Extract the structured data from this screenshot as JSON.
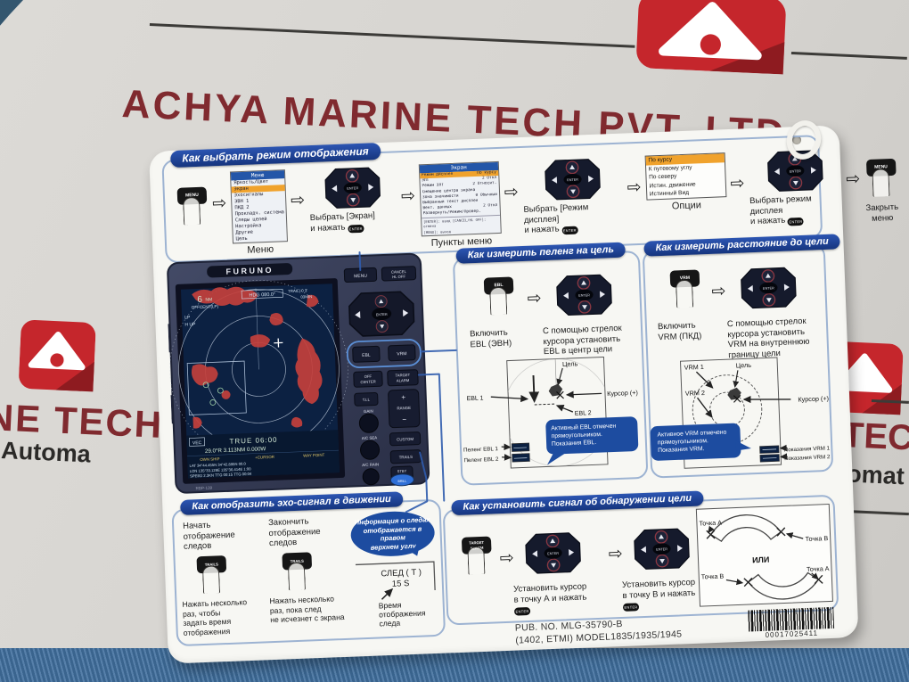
{
  "watermark": {
    "company": "ACHYA MARINE TECH PVT. LTD",
    "left_text": "NE TECH",
    "left_sub": "Automa",
    "right_text": "TECH",
    "right_sub": "tomat"
  },
  "key_labels": {
    "menu": "MENU",
    "enter": "ENTER",
    "ebl": "EBL",
    "vrm": "VRM",
    "trails": "TRAILS",
    "target_alarm": "TARGET ALARM"
  },
  "select_mode": {
    "title": "Как выбрать режим отображения",
    "menu_caption": "Меню",
    "items_caption": "Пункты меню",
    "options_caption": "Опции",
    "step_select_screen_l1": "Выбрать [Экран]",
    "step_select_screen_l2": "и нажать",
    "step_select_dispmode_l1": "Выбрать [Режим дисплея]",
    "step_select_dispmode_l2": "и нажать",
    "step_choose_mode_l1": "Выбрать режим дисплея",
    "step_choose_mode_l2": "и нажать",
    "step_close_l1": "Закрыть",
    "step_close_l2": "меню",
    "menu_list": {
      "title": "Меню",
      "items": [
        "Яркость/Цвет",
        "Экран",
        "Эхосигналы",
        "ЭВН 1",
        "ПКД 2",
        "Прокладч. система",
        "Следы целей",
        "Настройка",
        "Другие",
        "Цель"
      ]
    },
    "screen_menu": {
      "title": "Экран",
      "rows": [
        [
          "Режим дисплея",
          "По курсу"
        ],
        [
          "ЭЛТ",
          "2 Откл"
        ],
        [
          "Режим ЭЛТ",
          "2 Относит."
        ],
        [
          "Смещение центра экрана",
          ""
        ],
        [
          "Зона значимости",
          "0 Обычный"
        ],
        [
          "Выбранный текст дисплея",
          ""
        ],
        [
          "Вект. данных",
          "2 Откл"
        ],
        [
          "Развернуть/Режим/Провер.",
          ""
        ]
      ],
      "footer1": "[ENTER]: ввод  [CANCEL/HL OFF]: отмена",
      "footer2": "[MENU]: выход"
    },
    "options": [
      "По курсу",
      "К путевому углу",
      "По северу",
      "Истин. движение",
      "Истинный Вид"
    ]
  },
  "bearing": {
    "title": "Как измерить пеленг на цель",
    "step1_l1": "Включить",
    "step1_l2": "EBL (ЭВН)",
    "step2": [
      "С помощью стрелок",
      "курсора установить",
      "EBL в центр цели"
    ],
    "target": "Цель",
    "ebl1": "EBL 1",
    "ebl2": "EBL 2",
    "cursor": "Курсор (+)",
    "callout": [
      "Активный EBL отмечен",
      "прямоугольником.",
      "Показания EBL."
    ],
    "readout1": "Пеленг EBL 1",
    "readout2": "Пеленг EBL 2"
  },
  "range": {
    "title": "Как измерить расстояние до цели",
    "step1_l1": "Включить",
    "step1_l2": "VRM (ПКД)",
    "step2": [
      "С помощью стрелок",
      "курсора установить",
      "VRM на внутреннюю",
      "границу цели"
    ],
    "vrm1": "VRM 1",
    "vrm2": "VRM 2",
    "target": "Цель",
    "cursor": "Курсор (+)",
    "callout": [
      "Активное VRM отмечено",
      "прямоугольником.",
      "Показания VRM."
    ],
    "readout1": "Показания VRM 1",
    "readout2": "Показания VRM 2"
  },
  "trails": {
    "title": "Как отобразить эхо-сигнал в движении",
    "start_label": [
      "Начать",
      "отображение",
      "следов"
    ],
    "stop_label": [
      "Закончить",
      "отображение",
      "следов"
    ],
    "start_note": [
      "Нажать несколько",
      "раз, чтобы",
      "задать время",
      "отображения"
    ],
    "stop_note": [
      "Нажать несколько",
      "раз, пока след",
      "не исчезнет с экрана"
    ],
    "bubble": [
      "Информация о следах",
      "отображается в правом",
      "верхнем углу"
    ],
    "indicator_l1": "СЛЕД ( Т )",
    "indicator_l2": "15 S",
    "time_note": [
      "Время",
      "отображения",
      "следа"
    ]
  },
  "alarm": {
    "title": "Как установить сигнал об обнаружении цели",
    "stepA_l1": "Установить курсор",
    "stepA_l2": "в точку А и нажать",
    "stepB_l1": "Установить курсор",
    "stepB_l2": "в точку В и нажать",
    "point_a_top": "Точка А",
    "point_b_top": "Точка В",
    "or": "ИЛИ",
    "point_b_bottom": "Точка В",
    "point_a_bottom": "Точка А"
  },
  "device": {
    "brand": "FURUNO",
    "model_label": "RDP-139",
    "keys": {
      "menu": "MENU",
      "cancel_l1": "CANCEL",
      "cancel_l2": "HL OFF",
      "enter": "ENTER",
      "ebl": "EBL",
      "vrm": "VRM",
      "offcenter_l1": "OFF",
      "offcenter_l2": "CENTER",
      "target_l1": "TARGET",
      "target_l2": "ALARM",
      "tll": "T.LL",
      "plus": "+",
      "range": "RANGE",
      "minus": "−",
      "gain": "GAIN",
      "custom": "CUSTOM",
      "ac_sea": "A/C SEA",
      "trails": "TRAILS",
      "ac_rain": "A/C RAIN",
      "stby_l1": "STBY",
      "stby_l2": "TX",
      "brill": "BRILL"
    },
    "screen": {
      "range": "6",
      "range_unit": "NM",
      "offcent": "OFFCENT(LP)",
      "lp": "LP",
      "hup": "H UP",
      "hdg": "HDG 080.0°",
      "trail": "TRAIL( 0 3'",
      "trail2": "03MIN",
      "vec": "VEC",
      "time": "TRUE 06:00",
      "readout": "29.0°R 3.113NM 0.000W",
      "col1": "OWN SHIP",
      "col2": "+CURSOR",
      "col3": "WAY POINT",
      "row1": "LAT   34°44.455N    34°42.895N    00.0",
      "row2": "LON  135°33.128E   135°36.414E   1:00",
      "row3": "SPEED  2.3KN    TTG 00:15     TTG 00:04"
    }
  },
  "footer": {
    "pub_no": "PUB. NO. MLG-35790-B",
    "model_line": "(1402, ETMI) MODEL1835/1935/1945",
    "barcode_number": "00017025411"
  }
}
